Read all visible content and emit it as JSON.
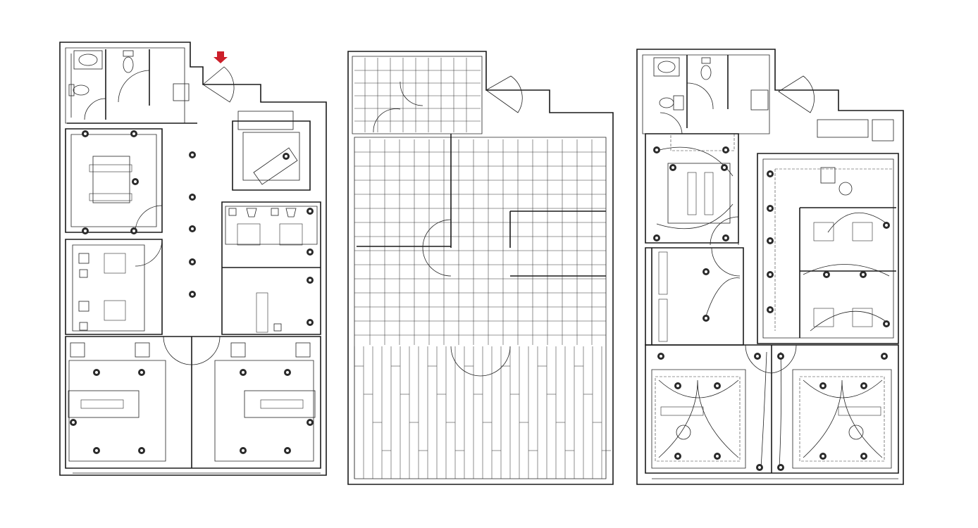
{
  "drawing": {
    "plans": [
      {
        "name": "furniture-layout-plan"
      },
      {
        "name": "flooring-layout-plan"
      },
      {
        "name": "lighting-layout-plan"
      }
    ],
    "colors": {
      "line": "#1a1a1a",
      "entrance_arrow": "#cc1f2a",
      "workstation_accent": "#7aa62d",
      "light_fixture": "#2b2b2b",
      "background": "#ffffff"
    },
    "icons": [
      "entrance-arrow-icon",
      "light-fixture-icon",
      "door-swing-icon",
      "chair-icon",
      "toilet-icon",
      "washbasin-icon"
    ]
  }
}
